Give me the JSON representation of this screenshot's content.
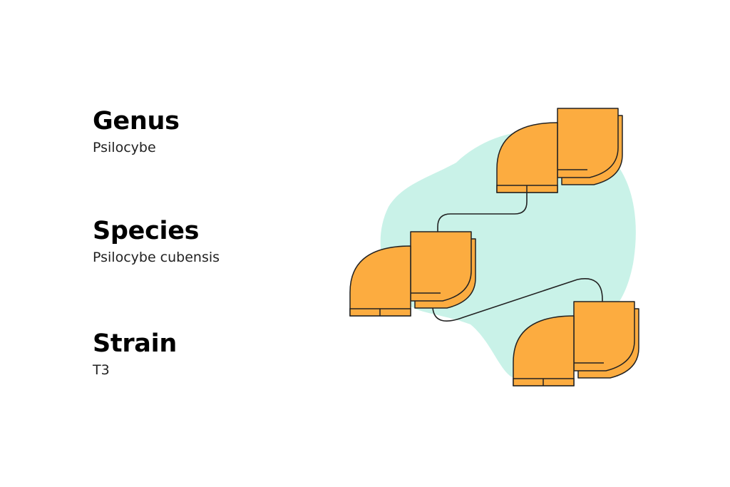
{
  "taxonomy": {
    "genus": {
      "title": "Genus",
      "value": "Psilocybe"
    },
    "species": {
      "title": "Species",
      "value": "Psilocybe cubensis"
    },
    "strain": {
      "title": "Strain",
      "value": "T3"
    }
  },
  "diagram": {
    "nodes": [
      "top-node",
      "middle-node",
      "bottom-node"
    ],
    "colors": {
      "fill": "#FCAC40",
      "stroke": "#222222",
      "blob": "#C9F2E8",
      "connector": "#222222"
    }
  }
}
